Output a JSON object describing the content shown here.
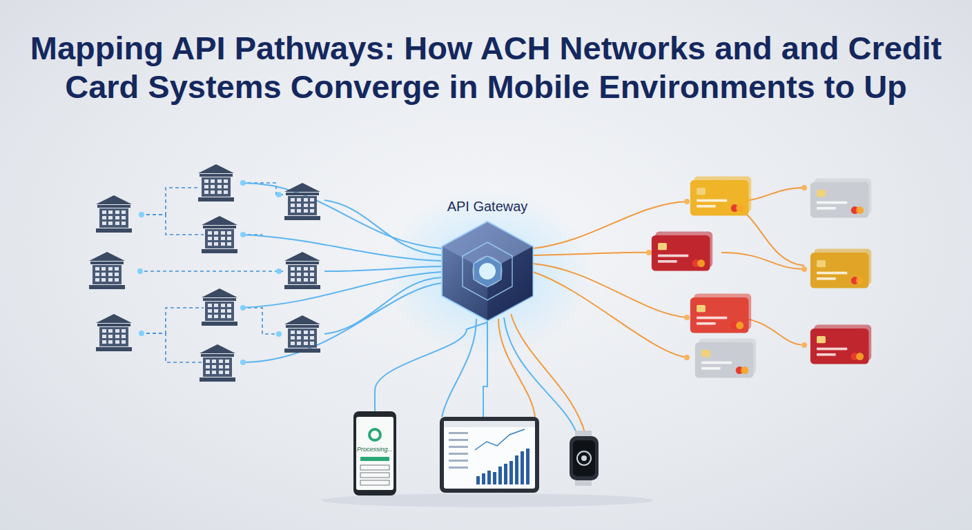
{
  "diagram": {
    "title": "Mapping API Pathways: How ACH Networks and and Credit Card Systems Converge in Mobile Environments to Up",
    "nodes": [
      {
        "text": [
          "API Gateway"
        ]
      },
      {
        "text": [
          "Processing..."
        ]
      }
    ],
    "edges": [
      {
        "from": 1,
        "to": 0,
        "arrow": "none"
      }
    ]
  }
}
